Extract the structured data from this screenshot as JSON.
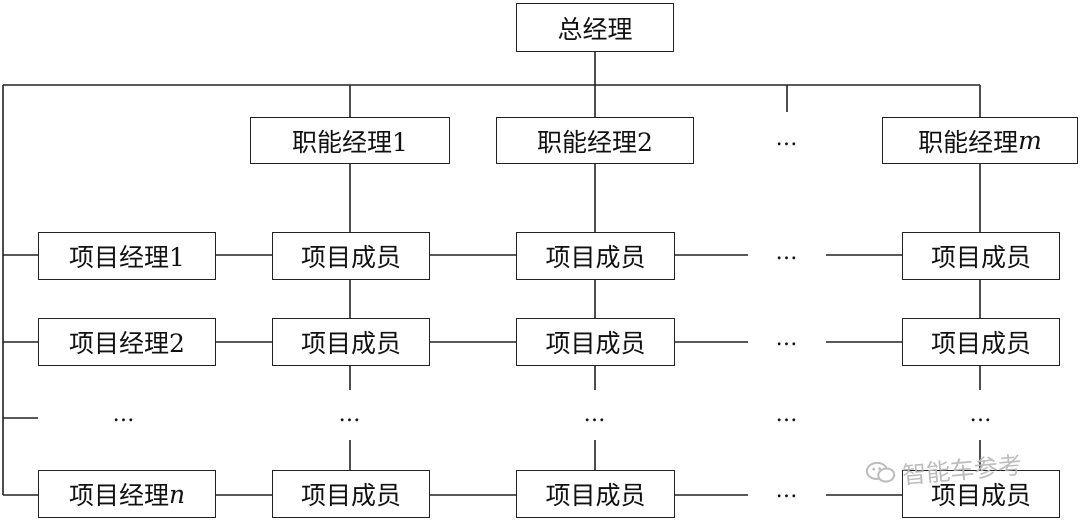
{
  "top": {
    "label": "总经理"
  },
  "functional_managers": [
    {
      "label": "职能经理1"
    },
    {
      "label": "职能经理2"
    },
    {
      "label": "职能经理",
      "suffix": "m"
    }
  ],
  "project_managers": [
    {
      "label": "项目经理1"
    },
    {
      "label": "项目经理2"
    },
    {
      "label": "项目经理",
      "suffix": "n"
    }
  ],
  "member_label": "项目成员",
  "ellipsis": "…",
  "watermark": {
    "text": "智能车参考",
    "icon": "wechat-icon"
  }
}
